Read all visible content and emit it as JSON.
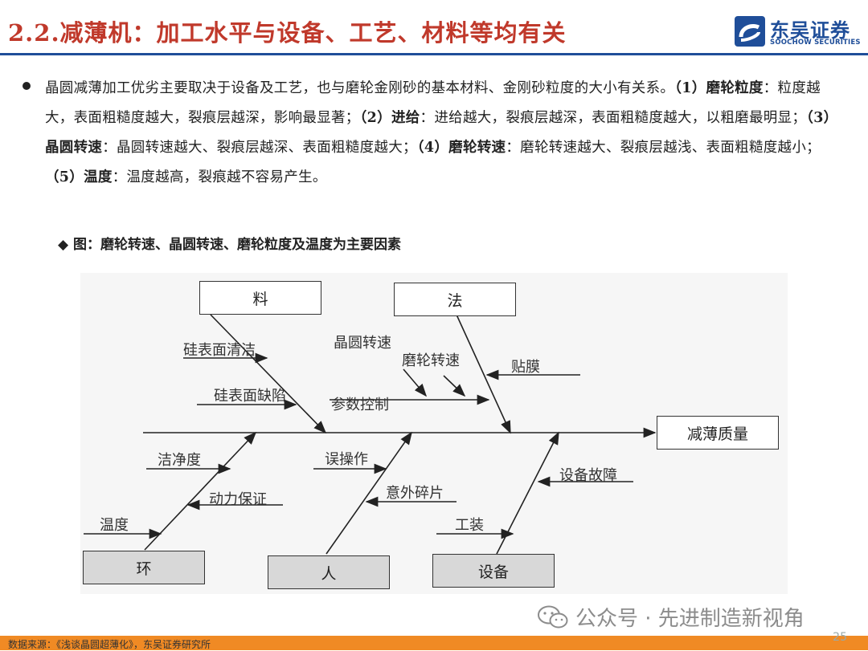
{
  "header": {
    "title": "2.2.减薄机：加工水平与设备、工艺、材料等均有关",
    "logo_cn": "东吴证券",
    "logo_en": "SOOCHOW SECURITIES"
  },
  "body": {
    "intro": "晶圆减薄加工优劣主要取决于设备及工艺，也与磨轮金刚砂的基本材料、金刚砂粒度的大小有关系。",
    "p1_num": "（1）",
    "p1_key": "磨轮粒度",
    "p1_text": "：粒度越大，表面粗糙度越大，裂痕层越深，影响最显著；",
    "p2_num": "（2）",
    "p2_key": "进给",
    "p2_text": "：进给越大，裂痕层越深，表面粗糙度越大，以粗磨最明显；",
    "p3_num": "（3）",
    "p3_key": "晶圆转速",
    "p3_text": "：晶圆转速越大、裂痕层越深、表面粗糙度越大；",
    "p4_num": "（4）",
    "p4_key": "磨轮转速",
    "p4_text": "：磨轮转速越大、裂痕层越浅、表面粗糙度越小；",
    "p5_num": "（5）",
    "p5_key": "温度",
    "p5_text": "：温度越高，裂痕越不容易产生。"
  },
  "figure": {
    "title": "◆ 图：磨轮转速、晶圆转速、磨轮粒度及温度为主要因素",
    "boxes": {
      "material": "料",
      "method": "法",
      "result": "减薄质量",
      "environment": "环",
      "people": "人",
      "equipment": "设备"
    },
    "labels": {
      "si_clean": "硅表面清洁",
      "si_defect": "硅表面缺陷",
      "wafer_speed": "晶圆转速",
      "wheel_speed": "磨轮转速",
      "film": "贴膜",
      "params": "参数控制",
      "cleanliness": "洁净度",
      "power": "动力保证",
      "temperature": "温度",
      "misop": "误操作",
      "fragment": "意外碎片",
      "fault": "设备故障",
      "fixture": "工装"
    }
  },
  "footer": {
    "source": "数据来源：《浅谈晶圆超薄化》，东吴证券研究所",
    "page": "25",
    "watermark": "公众号 · 先进制造新视角"
  },
  "colors": {
    "title_red": "#c0392b",
    "brand_blue": "#1f4e99",
    "footer_orange": "#f08a24"
  }
}
